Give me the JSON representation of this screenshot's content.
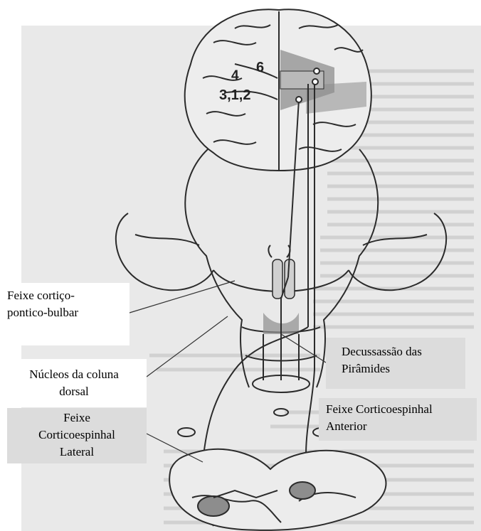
{
  "labels": {
    "pontico": [
      "Feixe cortiço-",
      "pontico-bulbar"
    ],
    "decussacao": [
      "Decussassão das",
      "Pirâmides"
    ],
    "nucleos": [
      "Núcleos da coluna",
      "dorsal"
    ],
    "lateral": [
      "Feixe",
      "Corticoespinhal",
      "Lateral"
    ],
    "anterior": [
      "Feixe Corticoespinhal",
      "Anterior"
    ]
  },
  "brodmann_areas": {
    "a6": "6",
    "a4": "4",
    "a312": "3,1,2"
  },
  "colors": {
    "ink": "#2b2b2b",
    "shade": "#8d8d8d",
    "page_gray": "#e9e9e9",
    "label_box_gray": "#dcdcdc"
  }
}
